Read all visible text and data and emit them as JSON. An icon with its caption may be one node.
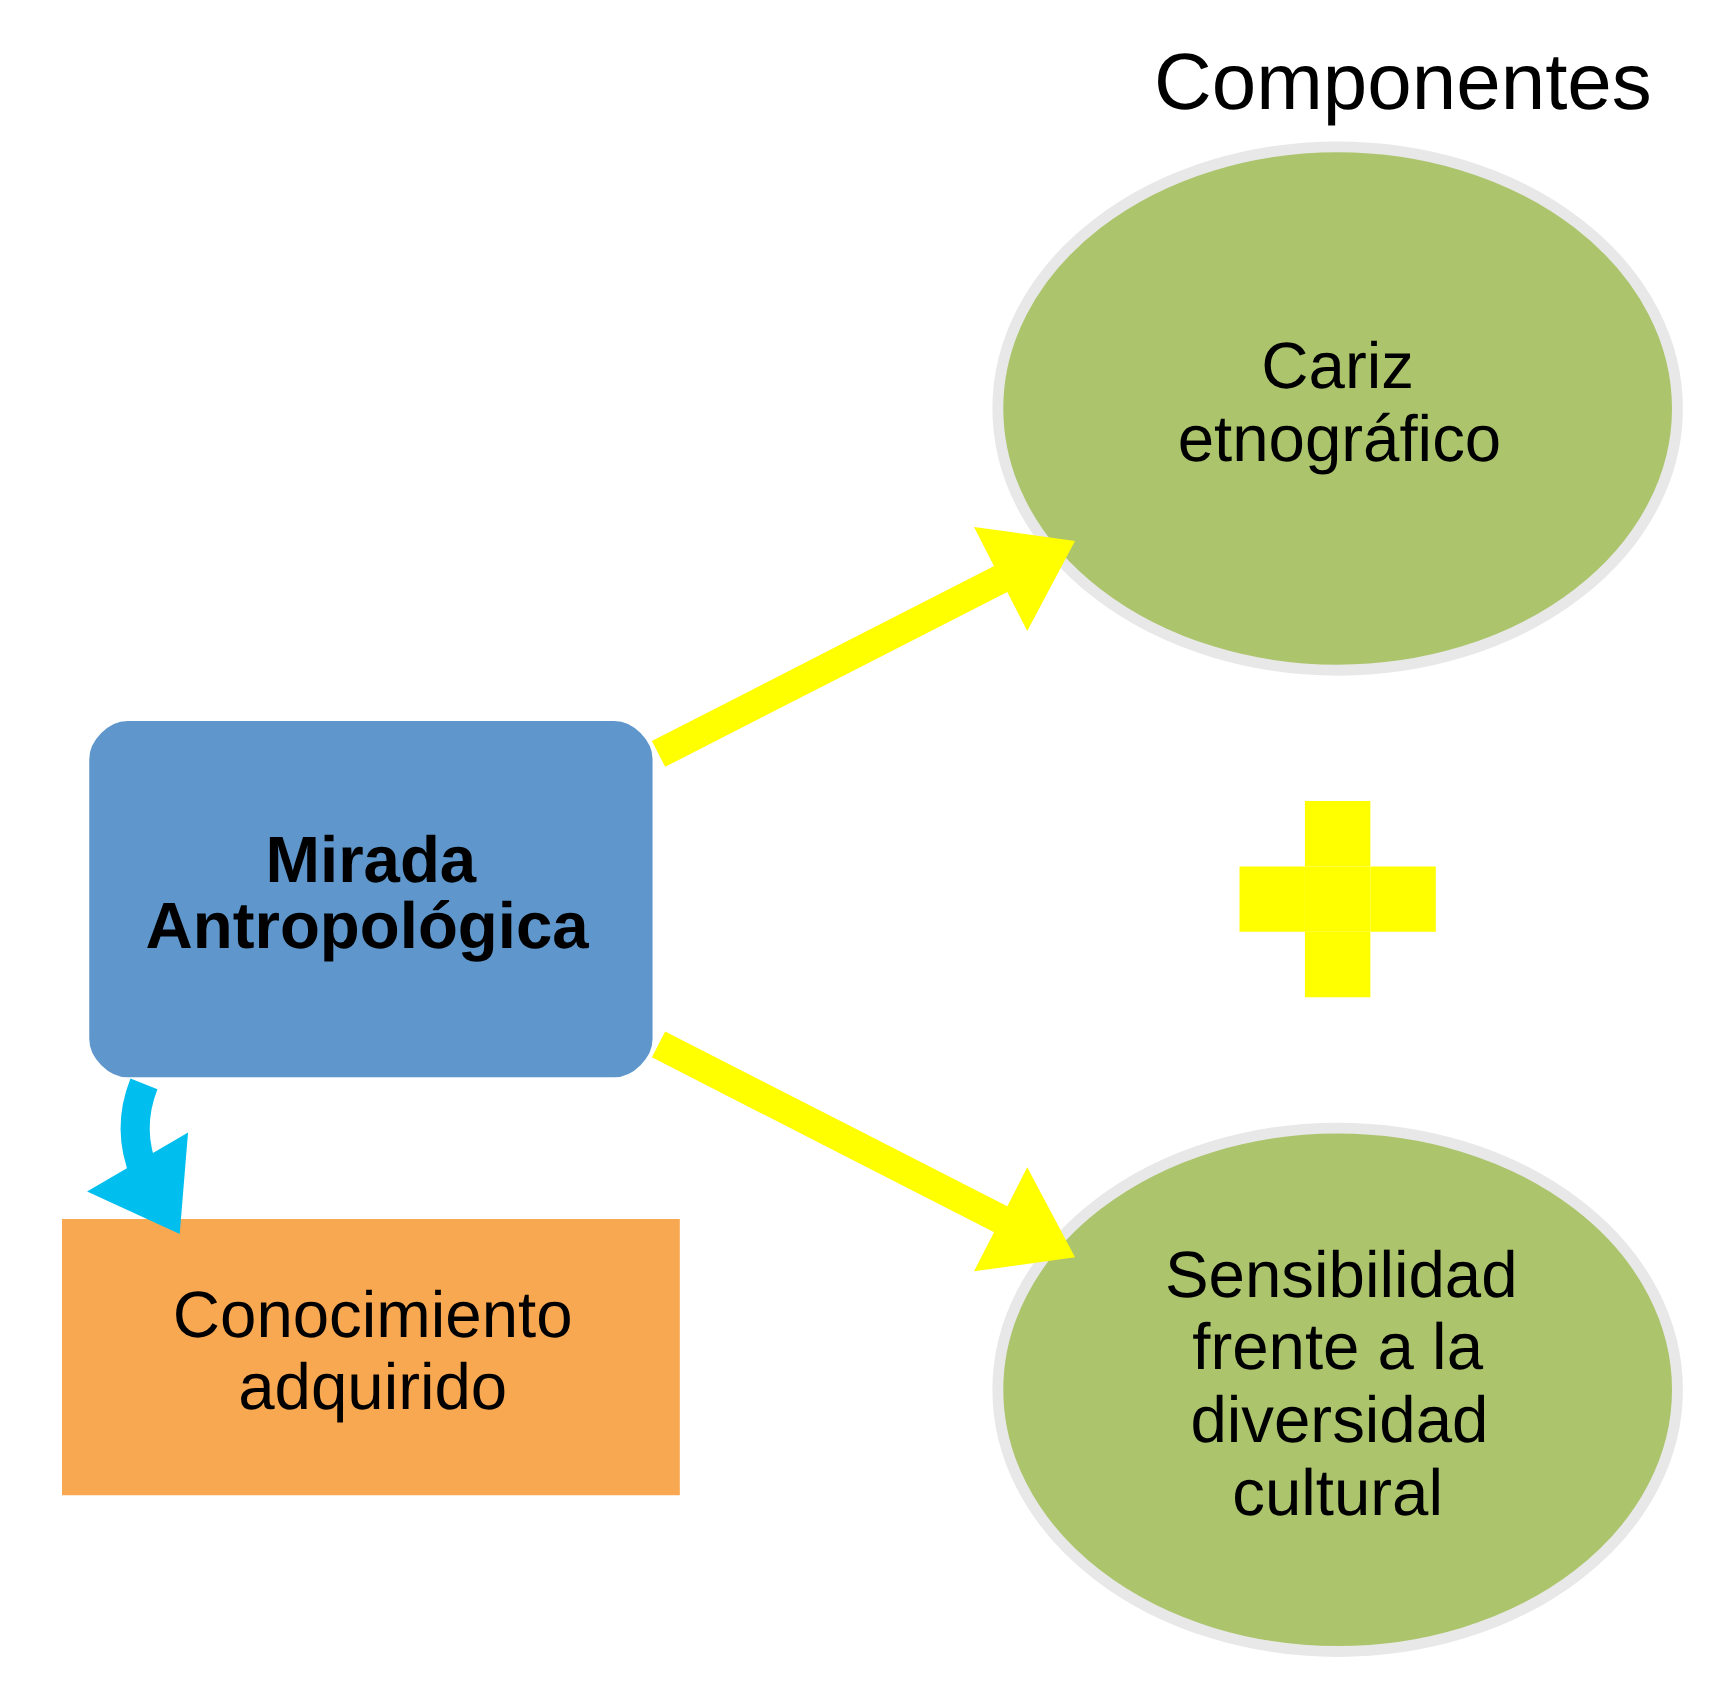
{
  "diagram": {
    "title": "Componentes",
    "nodes": [
      {
        "text": [
          "Mirada Antropológica"
        ]
      },
      {
        "text": [
          "Cariz etnográfico"
        ]
      },
      {
        "text": [],
        "shape": "cross"
      },
      {
        "text": [
          "Conocimiento adquirido"
        ]
      },
      {
        "text": [
          "Sensibilidad frente a la diversidad cultural"
        ]
      }
    ],
    "edges": [
      {
        "from": 0,
        "to": 1,
        "arrow": "to"
      },
      {
        "from": 0,
        "to": 4,
        "arrow": "to"
      },
      {
        "from": 0,
        "to": 3,
        "arrow": "to",
        "color": "#00bfef"
      }
    ]
  }
}
